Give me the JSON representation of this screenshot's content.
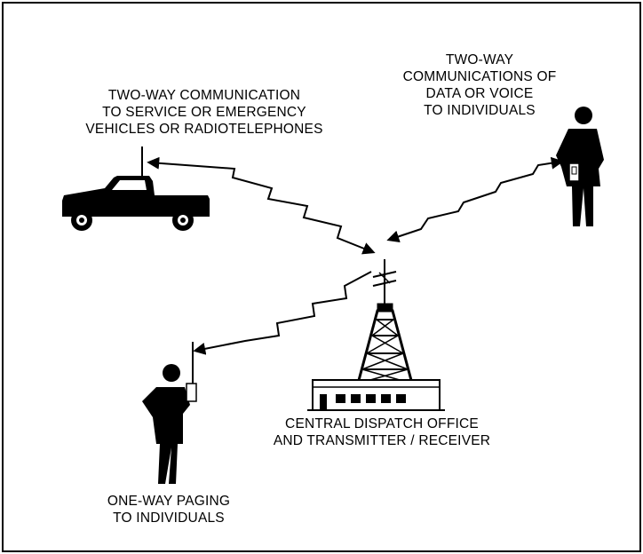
{
  "labels": {
    "vehicles": [
      "TWO-WAY COMMUNICATION",
      "TO SERVICE OR EMERGENCY",
      "VEHICLES OR RADIOTELEPHONES"
    ],
    "individuals_two_way": [
      "TWO-WAY",
      "COMMUNICATIONS OF",
      "DATA OR VOICE",
      "TO INDIVIDUALS"
    ],
    "dispatch": [
      "CENTRAL DISPATCH OFFICE",
      "AND TRANSMITTER / RECEIVER"
    ],
    "paging": [
      "ONE-WAY PAGING",
      "TO INDIVIDUALS"
    ]
  },
  "colors": {
    "ink": "#000000",
    "background": "#ffffff"
  },
  "icons": [
    "pickup-truck-icon",
    "person-with-radio-icon",
    "person-with-pager-icon",
    "radio-tower-icon",
    "dispatch-building-icon",
    "lightning-link-icon"
  ]
}
